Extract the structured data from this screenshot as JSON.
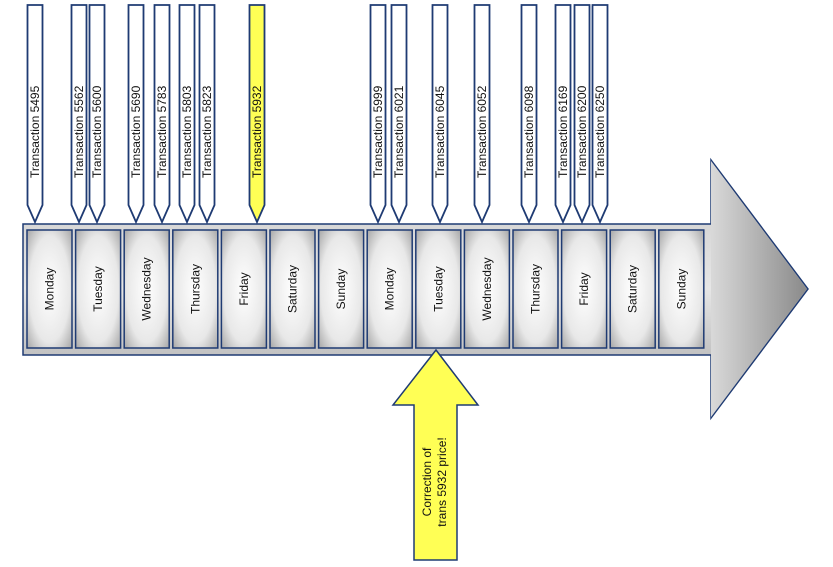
{
  "diagram": {
    "type": "timeline",
    "days": [
      "Monday",
      "Tuesday",
      "Wednesday",
      "Thursday",
      "Friday",
      "Saturday",
      "Sunday",
      "Monday",
      "Tuesday",
      "Wednesday",
      "Thursday",
      "Friday",
      "Saturday",
      "Sunday"
    ],
    "transactions": [
      {
        "label": "Transaction 5495",
        "day_index": 0,
        "highlight": false
      },
      {
        "label": "Transaction 5562",
        "day_index": 1,
        "highlight": false
      },
      {
        "label": "Transaction 5600",
        "day_index": 1,
        "highlight": false
      },
      {
        "label": "Transaction 5690",
        "day_index": 2,
        "highlight": false
      },
      {
        "label": "Transaction 5783",
        "day_index": 2,
        "highlight": false
      },
      {
        "label": "Transaction 5803",
        "day_index": 3,
        "highlight": false
      },
      {
        "label": "Transaction 5823",
        "day_index": 3,
        "highlight": false
      },
      {
        "label": "Transaction 5932",
        "day_index": 4,
        "highlight": true
      },
      {
        "label": "Transaction 5999",
        "day_index": 7,
        "highlight": false
      },
      {
        "label": "Transaction 6021",
        "day_index": 7,
        "highlight": false
      },
      {
        "label": "Transaction 6045",
        "day_index": 8,
        "highlight": false
      },
      {
        "label": "Transaction 6052",
        "day_index": 9,
        "highlight": false
      },
      {
        "label": "Transaction 6098",
        "day_index": 10,
        "highlight": false
      },
      {
        "label": "Transaction 6169",
        "day_index": 11,
        "highlight": false
      },
      {
        "label": "Transaction 6200",
        "day_index": 11,
        "highlight": false
      },
      {
        "label": "Transaction 6250",
        "day_index": 11,
        "highlight": false
      }
    ],
    "correction": {
      "line1": "Correction of",
      "line2": "trans 5932 price!",
      "day_index": 8
    },
    "colors": {
      "outline": "#1f3b73",
      "highlight": "#ffff55",
      "callout_fill": "#ffffff",
      "arrow_gray": "#a6a6a6"
    }
  }
}
